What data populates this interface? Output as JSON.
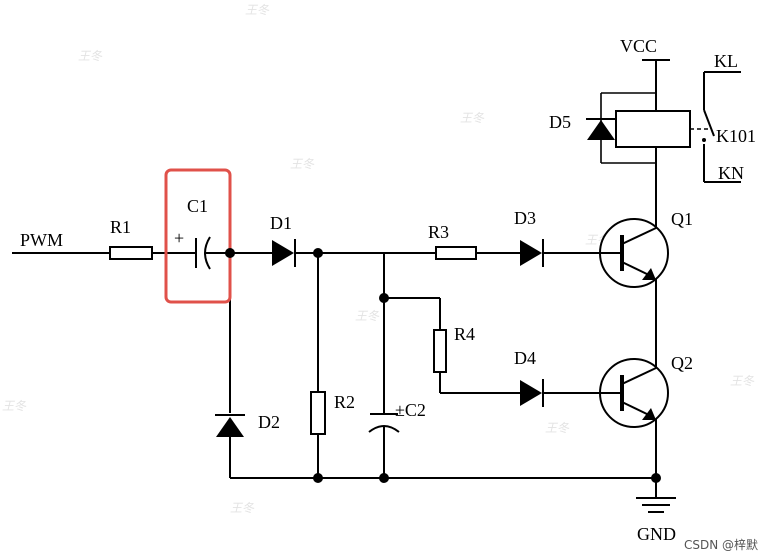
{
  "labels": {
    "pwm": "PWM",
    "r1": "R1",
    "c1": "C1",
    "c1_plus": "+",
    "d1": "D1",
    "d2": "D2",
    "r2": "R2",
    "c2": "±C2",
    "r3": "R3",
    "d3": "D3",
    "r4": "R4",
    "d4": "D4",
    "q1": "Q1",
    "q2": "Q2",
    "d5": "D5",
    "vcc": "VCC",
    "kl": "KL",
    "k101": "K101",
    "kn": "KN",
    "gnd": "GND"
  },
  "watermark": "王冬",
  "credit": "CSDN @梓默",
  "colors": {
    "highlight_box": "#e0514a",
    "wire": "#000000"
  }
}
